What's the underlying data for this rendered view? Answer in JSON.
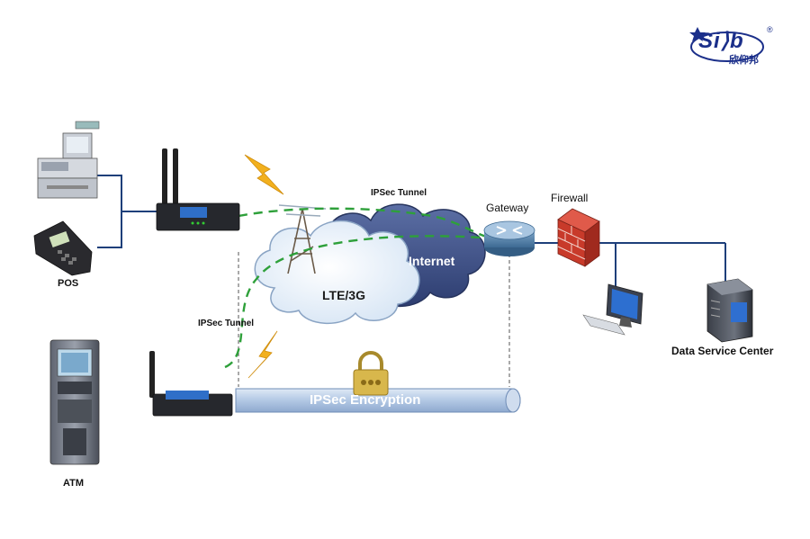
{
  "logo": {
    "text": "Si⟩b",
    "subtext": "欣仰邦",
    "registered": "®"
  },
  "labels": {
    "pos": "POS",
    "atm": "ATM",
    "ipsec_tunnel_top": "IPSec Tunnel",
    "ipsec_tunnel_left": "IPSec Tunnel",
    "gateway": "Gateway",
    "firewall": "Firewall",
    "internet": "Internet",
    "lte": "LTE/3G",
    "ipsec_encryption": "IPSec Encryption",
    "data_center": "Data Service Center"
  },
  "colors": {
    "link_line": "#1e3f7a",
    "tunnel": "#2ea03a",
    "cloud_lte": "#eef4fb",
    "cloud_internet": "#3a4f8a",
    "pipe": "#b7cde9",
    "lightning": "#f2b01e",
    "logo": "#1b2f8a"
  }
}
